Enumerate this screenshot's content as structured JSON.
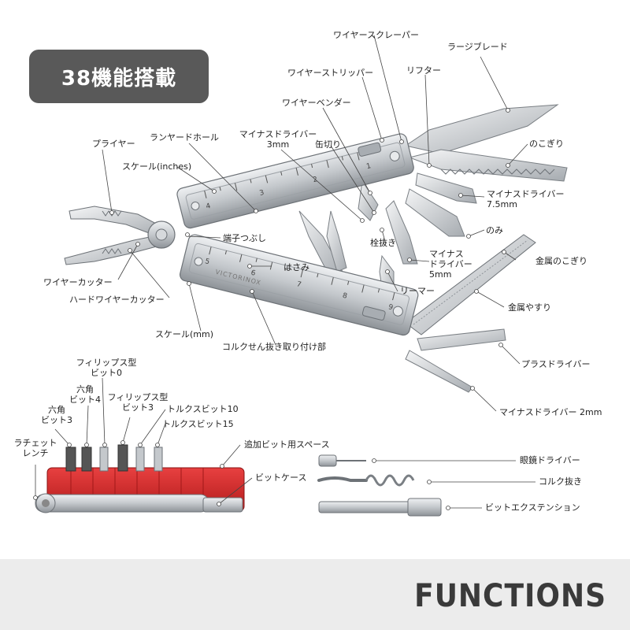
{
  "badge": {
    "text": "38機能搭載"
  },
  "footer": {
    "text": "FUNCTIONS"
  },
  "labels": {
    "wire_scraper": "ワイヤースクレーパー",
    "large_blade": "ラージブレード",
    "wire_stripper": "ワイヤーストリッパー",
    "lifter": "リフター",
    "wire_bender": "ワイヤーベンダー",
    "minus_driver_3mm_line1": "マイナスドライバー",
    "minus_driver_3mm_line2": "3mm",
    "can_opener": "缶切り",
    "lanyard_hole": "ランヤードホール",
    "pliers": "プライヤー",
    "scale_inches": "スケール(inches)",
    "saw": "のこぎり",
    "minus_driver_75_line1": "マイナスドライバー",
    "minus_driver_75_line2": "7.5mm",
    "crimper": "端子つぶし",
    "chisel": "のみ",
    "bottle_opener": "栓抜き",
    "metal_saw": "金属のこぎり",
    "scissors": "はさみ",
    "minus_driver_5_line1": "マイナス",
    "minus_driver_5_line2": "ドライバー",
    "minus_driver_5_line3": "5mm",
    "wire_cutter": "ワイヤーカッター",
    "reamer": "リーマー",
    "hard_wire_cutter": "ハードワイヤーカッター",
    "metal_file": "金属やすり",
    "scale_mm": "スケール(mm)",
    "corkscrew_mount": "コルクせん抜き取り付け部",
    "plus_driver": "プラスドライバー",
    "minus_driver_2mm": "マイナスドライバー 2mm",
    "phillips_bit0_line1": "フィリップス型",
    "phillips_bit0_line2": "ビット0",
    "hex_bit4_line1": "六角",
    "hex_bit4_line2": "ビット4",
    "phillips_bit3_line1": "フィリップス型",
    "phillips_bit3_line2": "ビット3",
    "hex_bit3_line1": "六角",
    "hex_bit3_line2": "ビット3",
    "torx10": "トルクスビット10",
    "torx15": "トルクスビット15",
    "ratchet_line1": "ラチェット",
    "ratchet_line2": "レンチ",
    "extra_bit_space": "追加ビット用スペース",
    "bit_case": "ビットケース",
    "eyeglass_driver": "眼鏡ドライバー",
    "corkscrew": "コルク抜き",
    "bit_extension": "ビットエクステンション"
  },
  "scale_numbers": {
    "inch": [
      "4",
      "3",
      "2",
      "1"
    ],
    "mm": [
      "5",
      "6",
      "7",
      "8",
      "9"
    ]
  },
  "engraving": "VICTORINOX",
  "colors": {
    "badge_bg": "#595959",
    "footer_bg": "#ececec",
    "bit_case_red": "#d42a2a",
    "steel": "#c9cdd1"
  }
}
